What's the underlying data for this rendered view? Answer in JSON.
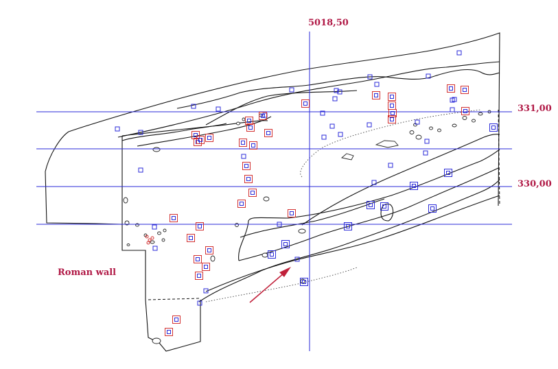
{
  "labels": {
    "vertical_coord": "5018,50",
    "coord_top": "331,00",
    "coord_mid": "330,00",
    "roman_wall": "Roman wall"
  },
  "colors": {
    "grid_line": "#2a2ad8",
    "label_red": "#b01845",
    "find_blue": "#2a2ad8",
    "find_red": "#d23030",
    "arrow": "#c0203a"
  },
  "finds_summary": {
    "blue_small_squares": "single finds",
    "red_double_squares": "highlighted finds",
    "blue_double_squares": "highlighted finds (blue)"
  }
}
